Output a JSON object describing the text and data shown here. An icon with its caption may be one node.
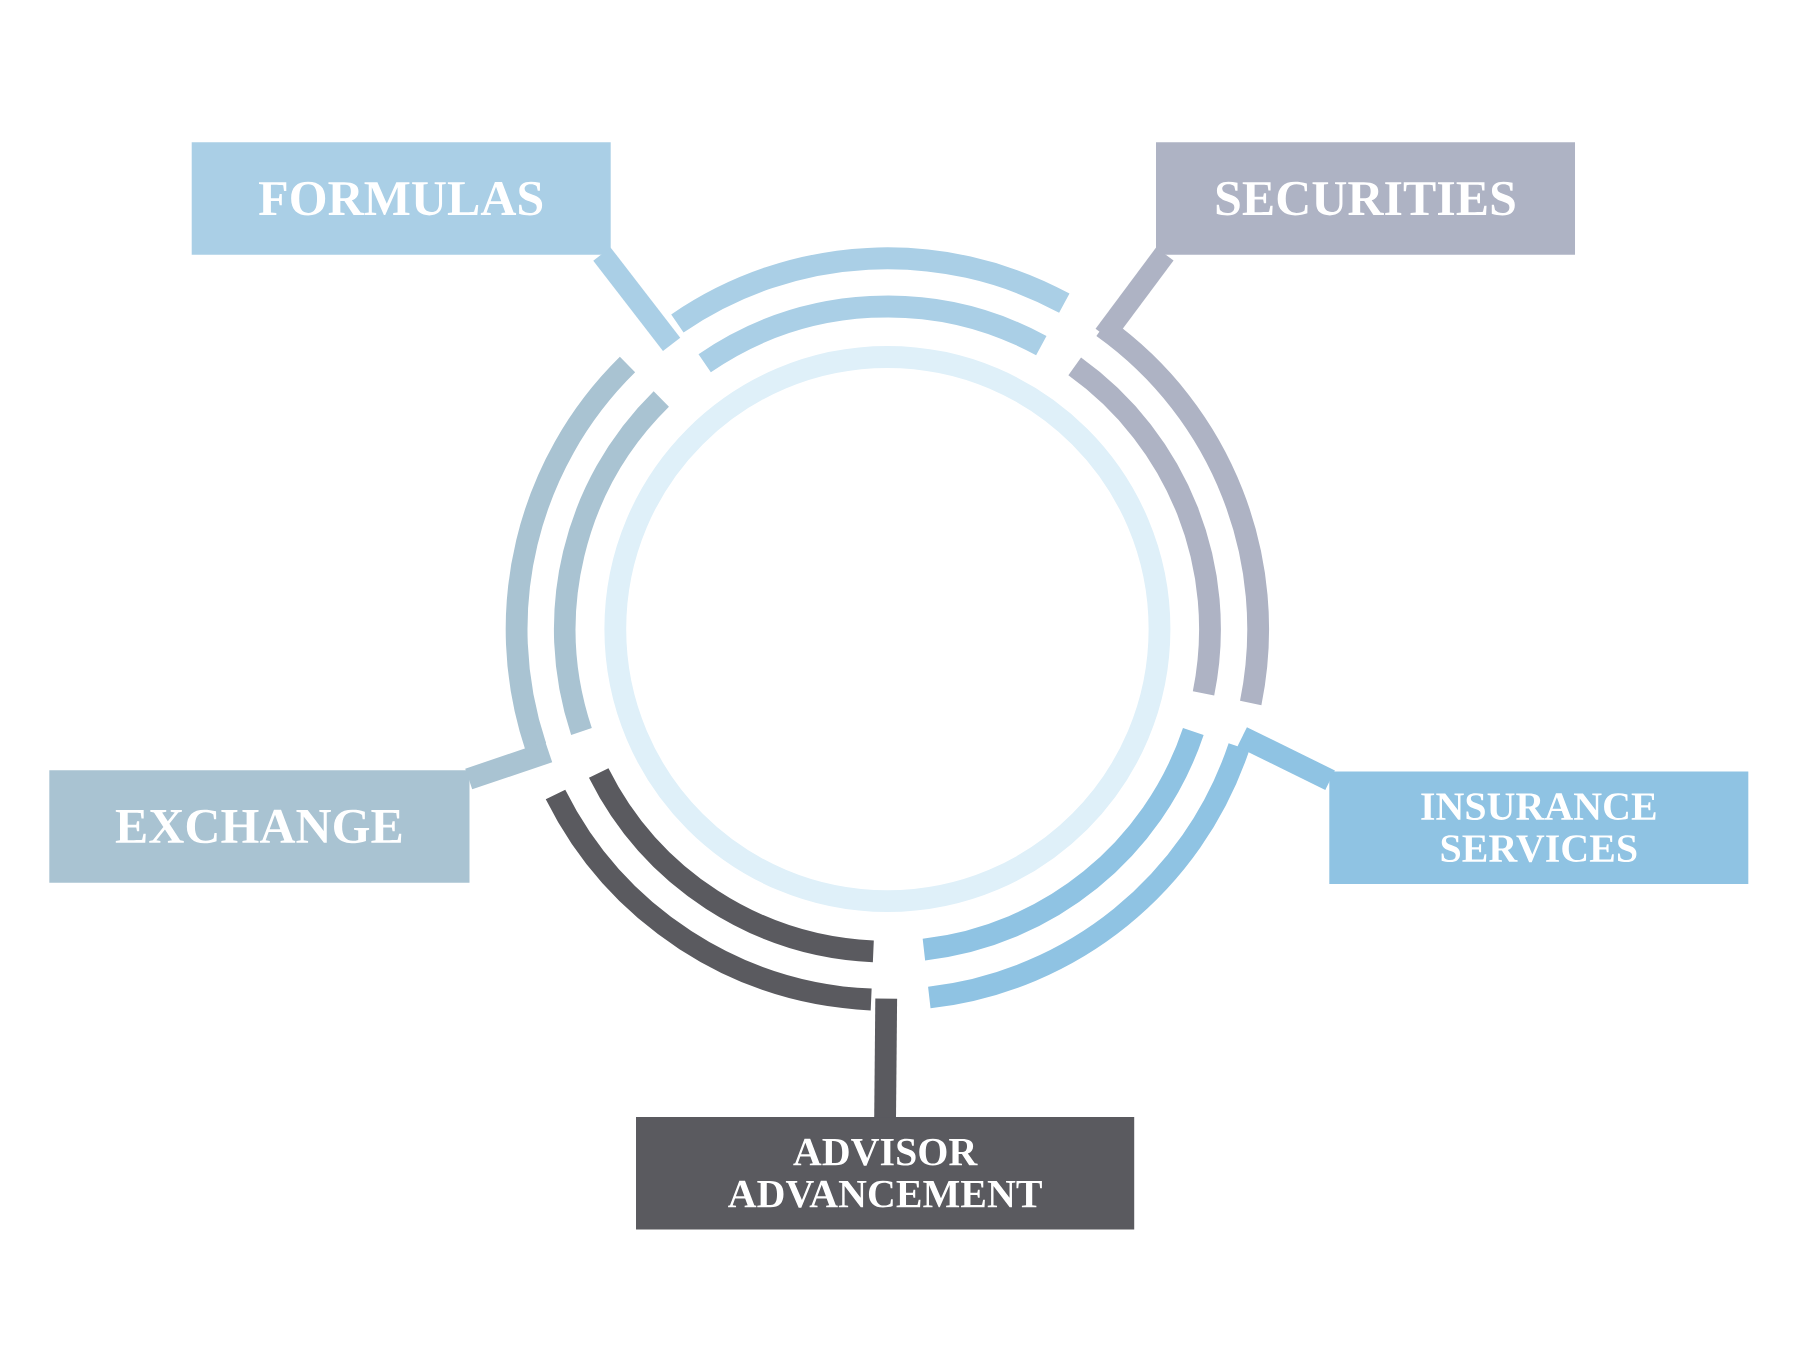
{
  "diagram": {
    "nodes": [
      {
        "text": [
          "FORMULAS"
        ]
      },
      {
        "text": [
          "SECURITIES"
        ]
      },
      {
        "text": [
          "EXCHANGE"
        ]
      },
      {
        "text": [
          "INSURANCE SERVICES"
        ]
      },
      {
        "text": [
          "ADVISOR ADVANCEMENT"
        ]
      }
    ],
    "edges": [
      {
        "from": 0,
        "to": null,
        "arrow": "none",
        "color": "#aacfe6"
      },
      {
        "from": 1,
        "to": null,
        "arrow": "none",
        "color": "#aeb3c4"
      },
      {
        "from": 2,
        "to": null,
        "arrow": "none",
        "color": "#a9c3d2"
      },
      {
        "from": 3,
        "to": null,
        "arrow": "none",
        "color": "#8fc3e3"
      },
      {
        "from": 4,
        "to": null,
        "arrow": "none",
        "color": "#5a5a5f"
      }
    ]
  }
}
